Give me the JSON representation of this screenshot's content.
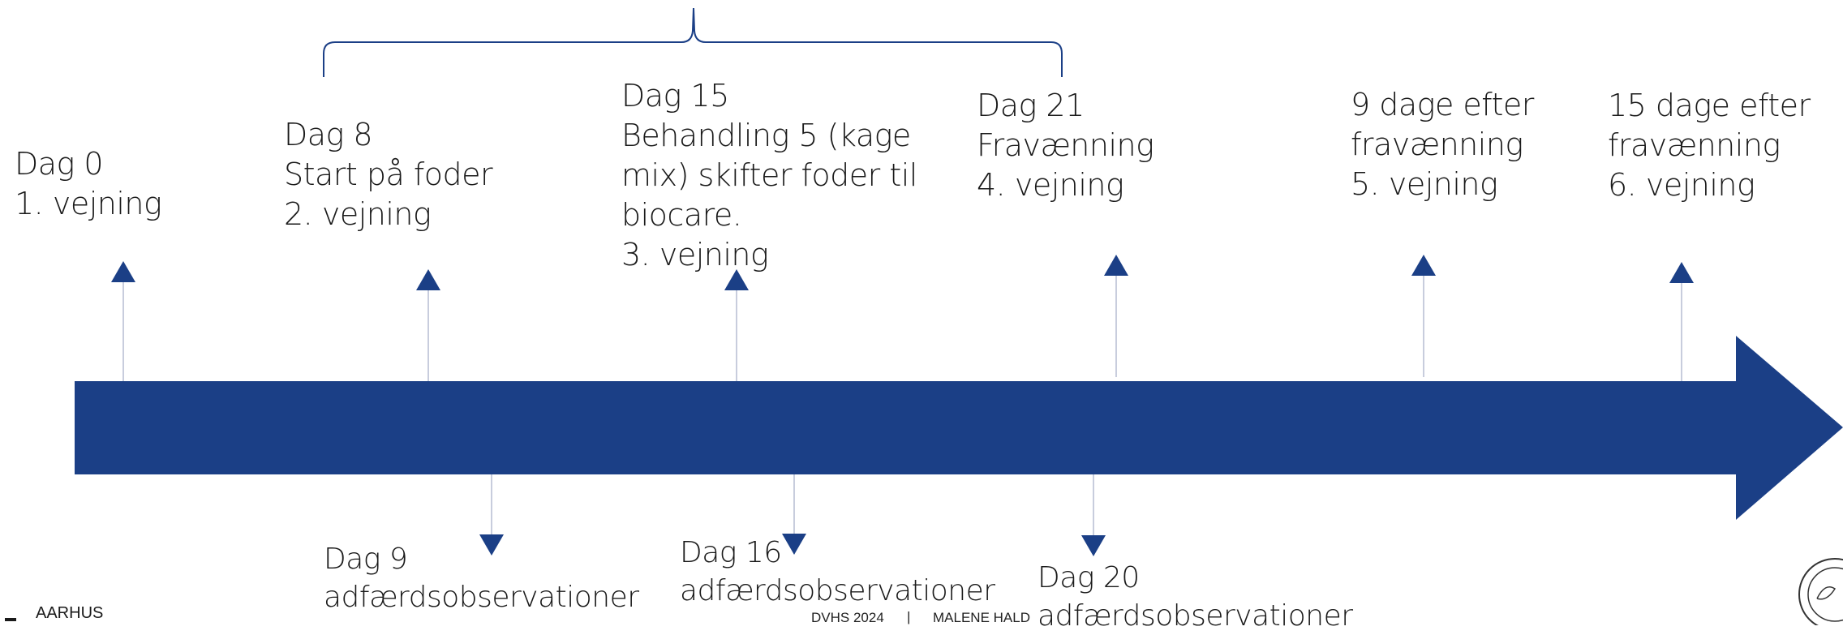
{
  "colors": {
    "arrow": "#1b3f86",
    "connector": "#c8cddd",
    "brace": "#1b3f86"
  },
  "events_above": [
    {
      "id": "dag0",
      "lines": [
        "Dag 0",
        "1. vejning"
      ]
    },
    {
      "id": "dag8",
      "lines": [
        "Dag 8",
        "Start på foder",
        "2. vejning"
      ]
    },
    {
      "id": "dag15",
      "lines": [
        "Dag 15",
        "Behandling 5 (kage",
        "mix) skifter foder til",
        "biocare.",
        "3. vejning"
      ]
    },
    {
      "id": "dag21",
      "lines": [
        "Dag 21",
        "Fravænning",
        "4. vejning"
      ]
    },
    {
      "id": "post9",
      "lines": [
        "9 dage efter",
        "fravænning",
        "5. vejning"
      ]
    },
    {
      "id": "post15",
      "lines": [
        "15 dage efter",
        "fravænning",
        "6. vejning"
      ]
    }
  ],
  "events_below": [
    {
      "id": "dag9",
      "lines": [
        "Dag 9",
        "adfærdsobservationer"
      ]
    },
    {
      "id": "dag16",
      "lines": [
        "Dag 16",
        "adfærdsobservationer"
      ]
    },
    {
      "id": "dag20",
      "lines": [
        "Dag 20",
        "adfærdsobservationer"
      ]
    }
  ],
  "footer": {
    "logo": "AARHUS",
    "conference": "DVHS 2024",
    "separator": "|",
    "author": "MALENE HALD"
  }
}
